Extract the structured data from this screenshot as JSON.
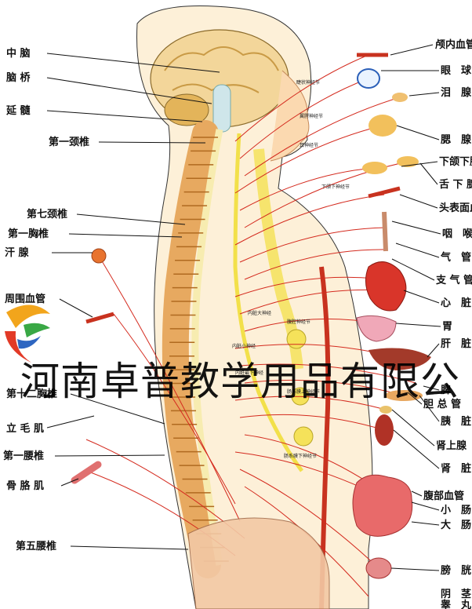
{
  "left_labels": [
    {
      "id": "midbrain",
      "text": "中 脑"
    },
    {
      "id": "pons",
      "text": "脑 桥"
    },
    {
      "id": "medulla",
      "text": "延 髓"
    },
    {
      "id": "c1",
      "text": "第一颈椎"
    },
    {
      "id": "c7",
      "text": "第七颈椎"
    },
    {
      "id": "t1",
      "text": "第一胸椎"
    },
    {
      "id": "sweat",
      "text": "汗 腺"
    },
    {
      "id": "perivessel",
      "text": "周围血管"
    },
    {
      "id": "t12",
      "text": "第十二胸椎"
    },
    {
      "id": "piloerector",
      "text": "立 毛 肌"
    },
    {
      "id": "l1",
      "text": "第一腰椎"
    },
    {
      "id": "skeletal",
      "text": "骨 胳 肌"
    },
    {
      "id": "l5",
      "text": "第五腰椎"
    }
  ],
  "right_labels": [
    {
      "id": "intracranial",
      "text": "颅内血管"
    },
    {
      "id": "eye",
      "text": "眼　球"
    },
    {
      "id": "lacrimal",
      "text": "泪　腺"
    },
    {
      "id": "parotid",
      "text": "腮　腺"
    },
    {
      "id": "submandibular",
      "text": "下颌下腺"
    },
    {
      "id": "sublingual",
      "text": "舌 下 腺"
    },
    {
      "id": "headvessel",
      "text": "头表面血"
    },
    {
      "id": "pharynx",
      "text": "咽　喉"
    },
    {
      "id": "trachea",
      "text": "气　管"
    },
    {
      "id": "bronchus",
      "text": "支 气 管"
    },
    {
      "id": "heart",
      "text": "心　脏"
    },
    {
      "id": "stomach",
      "text": "胃"
    },
    {
      "id": "liver",
      "text": "肝　脏"
    },
    {
      "id": "spleen",
      "text": "脾"
    },
    {
      "id": "bile",
      "text": "胆 总 管"
    },
    {
      "id": "pancreas",
      "text": "胰　脏"
    },
    {
      "id": "adrenal",
      "text": "肾上腺"
    },
    {
      "id": "kidney",
      "text": "肾　脏"
    },
    {
      "id": "abdvessel",
      "text": "腹部血管"
    },
    {
      "id": "smallint",
      "text": "小　肠"
    },
    {
      "id": "largeint",
      "text": "大　肠"
    },
    {
      "id": "bladder",
      "text": "膀　胱"
    },
    {
      "id": "penis",
      "text": "阴　茎"
    },
    {
      "id": "testis",
      "text": "睾　丸"
    }
  ],
  "ganglion_labels": {
    "ciliary": "睫状神经节",
    "pterygopalatine": "翼腭神经节",
    "otic": "耳神经节",
    "submandibular_g": "下颌下神经节",
    "greater_splanchnic": "内脏大神经",
    "celiac": "腹腔神经节",
    "lesser_splanchnic": "内脏小神经",
    "lowest_splanchnic": "内脏最下神经",
    "sup_mesenteric": "肠系膜上神经节",
    "inf_mesenteric": "肠系膜下神经节"
  },
  "watermark": "河南卓普教学用品有限公",
  "colors": {
    "nerve_red": "#d42a1e",
    "nerve_yellow": "#f5e25a",
    "skin": "#fde9c8",
    "spine": "#e9b56a",
    "vessel": "#c8321f",
    "outline": "#222222"
  }
}
